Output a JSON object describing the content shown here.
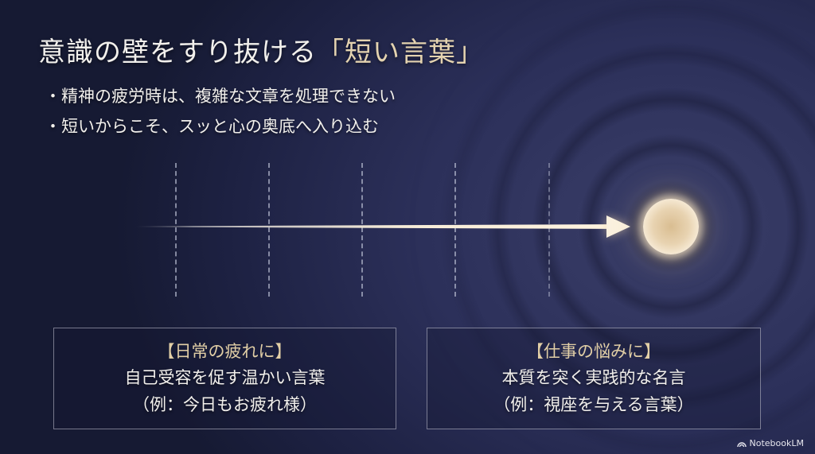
{
  "slide": {
    "title_main": "意識の壁をすり抜ける",
    "title_accent": "「短い言葉」",
    "bullets": [
      "・精神の疲労時は、複雑な文章を処理できない",
      "・短いからこそ、スッと心の奥底へ入り込む"
    ],
    "illustration": {
      "dashed_barriers": 5,
      "arrow": "arrow-right-icon",
      "target": "glowing-orb-icon",
      "colors": {
        "background": "#23274a",
        "glow": "#f6ecd8",
        "accent": "#e2cfa6"
      }
    },
    "cards": [
      {
        "heading": "【日常の疲れに】",
        "line1": "自己受容を促す温かい言葉",
        "line2": "（例：今日もお疲れ様）"
      },
      {
        "heading": "【仕事の悩みに】",
        "line1": "本質を突く実践的な名言",
        "line2": "（例：視座を与える言葉）"
      }
    ]
  },
  "branding": {
    "label": "NotebookLM",
    "icon": "notebooklm-logo-icon"
  }
}
